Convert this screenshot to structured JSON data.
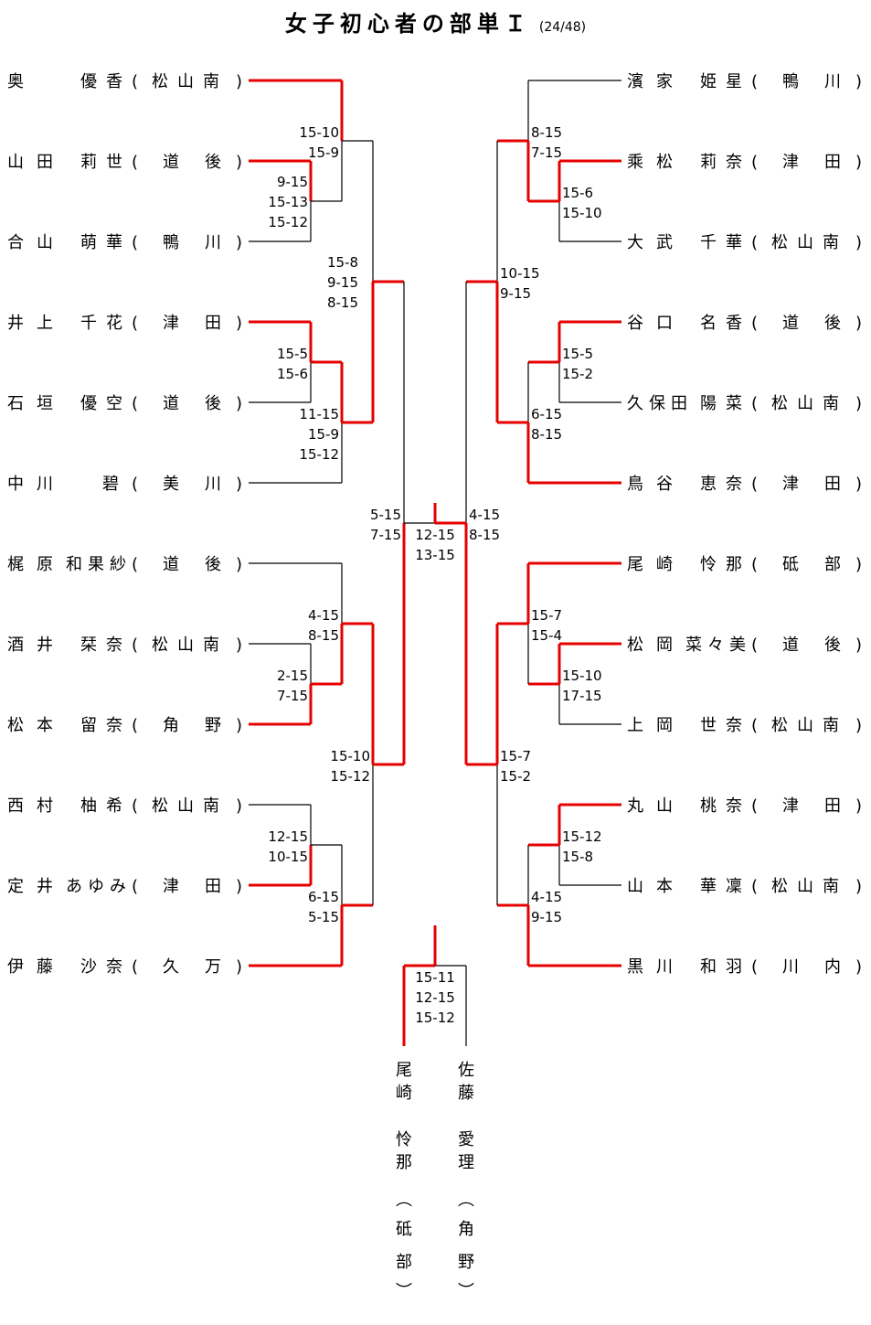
{
  "title": "女子初心者の部単Ｉ",
  "subtitle": "(24/48)",
  "colors": {
    "win": "#e60000",
    "line": "#000000"
  },
  "left_players": [
    {
      "family": "奥",
      "given": "優香",
      "club": "松山南"
    },
    {
      "family": "山田",
      "given": "莉世",
      "club": "道後"
    },
    {
      "family": "合山",
      "given": "萌華",
      "club": "鴨川"
    },
    {
      "family": "井上",
      "given": "千花",
      "club": "津田"
    },
    {
      "family": "石垣",
      "given": "優空",
      "club": "道後"
    },
    {
      "family": "中川",
      "given": "碧",
      "club": "美川"
    },
    {
      "family": "梶原",
      "given": "和果紗",
      "club": "道後"
    },
    {
      "family": "酒井",
      "given": "栞奈",
      "club": "松山南"
    },
    {
      "family": "松本",
      "given": "留奈",
      "club": "角野"
    },
    {
      "family": "西村",
      "given": "柚希",
      "club": "松山南"
    },
    {
      "family": "定井",
      "given": "あゆみ",
      "club": "津田"
    },
    {
      "family": "伊藤",
      "given": "沙奈",
      "club": "久万"
    }
  ],
  "right_players": [
    {
      "family": "濱家",
      "given": "姫星",
      "club": "鴨川"
    },
    {
      "family": "乘松",
      "given": "莉奈",
      "club": "津田"
    },
    {
      "family": "大武",
      "given": "千華",
      "club": "松山南"
    },
    {
      "family": "谷口",
      "given": "名香",
      "club": "道後"
    },
    {
      "family": "久保田",
      "given": "陽菜",
      "club": "松山南"
    },
    {
      "family": "鳥谷",
      "given": "恵奈",
      "club": "津田"
    },
    {
      "family": "尾崎",
      "given": "怜那",
      "club": "砥部"
    },
    {
      "family": "松岡",
      "given": "菜々美",
      "club": "道後"
    },
    {
      "family": "上岡",
      "given": "世奈",
      "club": "松山南"
    },
    {
      "family": "丸山",
      "given": "桃奈",
      "club": "津田"
    },
    {
      "family": "山本",
      "given": "華凜",
      "club": "松山南"
    },
    {
      "family": "黒川",
      "given": "和羽",
      "club": "川内"
    }
  ],
  "matches": {
    "L_r1": [
      {
        "between": [
          "山田 莉世",
          "合山 萌華"
        ],
        "winner": "山田 莉世",
        "scores": [
          "9-15",
          "15-13",
          "15-12"
        ]
      },
      {
        "between": [
          "井上 千花",
          "石垣 優空"
        ],
        "winner": "井上 千花",
        "scores": [
          "15-5",
          "15-6"
        ]
      },
      {
        "between": [
          "酒井 栞奈",
          "松本 留奈"
        ],
        "winner": "松本 留奈",
        "scores": [
          "2-15",
          "7-15"
        ]
      },
      {
        "between": [
          "西村 柚希",
          "定井 あゆみ"
        ],
        "winner": "定井 あゆみ",
        "scores": [
          "12-15",
          "10-15"
        ]
      }
    ],
    "L_r2": [
      {
        "between": [
          "奥 優香",
          "山田 莉世"
        ],
        "winner": "奥 優香",
        "scores": [
          "15-10",
          "15-9"
        ]
      },
      {
        "between": [
          "井上 千花",
          "中川 碧"
        ],
        "winner": "井上 千花",
        "scores": [
          "11-15",
          "15-9",
          "15-12"
        ]
      },
      {
        "between": [
          "梶原 和果紗",
          "松本 留奈"
        ],
        "winner": "松本 留奈",
        "scores": [
          "4-15",
          "8-15"
        ]
      },
      {
        "between": [
          "定井 あゆみ",
          "伊藤 沙奈"
        ],
        "winner": "伊藤 沙奈",
        "scores": [
          "6-15",
          "5-15"
        ]
      }
    ],
    "L_r3": [
      {
        "between": [
          "奥 優香",
          "井上 千花"
        ],
        "winner": "井上 千花",
        "scores": [
          "15-8",
          "9-15",
          "8-15"
        ]
      },
      {
        "between": [
          "松本 留奈",
          "伊藤 沙奈"
        ],
        "winner": "松本 留奈",
        "scores": [
          "15-10",
          "15-12"
        ]
      }
    ],
    "L_r4": {
      "between": [
        "井上 千花",
        "松本 留奈"
      ],
      "winner": "松本 留奈",
      "scores": [
        "5-15",
        "7-15"
      ]
    },
    "R_r1": [
      {
        "between": [
          "乘松 莉奈",
          "大武 千華"
        ],
        "winner": "乘松 莉奈",
        "scores": [
          "15-6",
          "15-10"
        ]
      },
      {
        "between": [
          "谷口 名香",
          "久保田 陽菜"
        ],
        "winner": "谷口 名香",
        "scores": [
          "15-5",
          "15-2"
        ]
      },
      {
        "between": [
          "松岡 菜々美",
          "上岡 世奈"
        ],
        "winner": "松岡 菜々美",
        "scores": [
          "15-10",
          "17-15"
        ]
      },
      {
        "between": [
          "丸山 桃奈",
          "山本 華凜"
        ],
        "winner": "丸山 桃奈",
        "scores": [
          "15-12",
          "15-8"
        ]
      }
    ],
    "R_r2": [
      {
        "between": [
          "濱家 姫星",
          "乘松 莉奈"
        ],
        "winner": "乘松 莉奈",
        "scores": [
          "8-15",
          "7-15"
        ]
      },
      {
        "between": [
          "谷口 名香",
          "鳥谷 恵奈"
        ],
        "winner": "鳥谷 恵奈",
        "scores": [
          "6-15",
          "8-15"
        ]
      },
      {
        "between": [
          "尾崎 怜那",
          "松岡 菜々美"
        ],
        "winner": "尾崎 怜那",
        "scores": [
          "15-7",
          "15-4"
        ]
      },
      {
        "between": [
          "丸山 桃奈",
          "黒川 和羽"
        ],
        "winner": "黒川 和羽",
        "scores": [
          "4-15",
          "9-15"
        ]
      }
    ],
    "R_r3": [
      {
        "between": [
          "乘松 莉奈",
          "鳥谷 恵奈"
        ],
        "winner": "鳥谷 恵奈",
        "scores": [
          "10-15",
          "9-15"
        ]
      },
      {
        "between": [
          "尾崎 怜那",
          "黒川 和羽"
        ],
        "winner": "尾崎 怜那",
        "scores": [
          "15-7",
          "15-2"
        ]
      }
    ],
    "R_r4": {
      "between": [
        "鳥谷 恵奈",
        "尾崎 怜那"
      ],
      "winner": "尾崎 怜那",
      "scores": [
        "4-15",
        "8-15"
      ]
    },
    "final": {
      "between": [
        "松本 留奈",
        "尾崎 怜那"
      ],
      "winner": "尾崎 怜那",
      "scores": [
        "12-15",
        "13-15"
      ]
    },
    "third_place": {
      "between": [
        "尾崎 怜那",
        "佐藤 愛理"
      ],
      "winner": "尾崎 怜那",
      "scores": [
        "15-11",
        "12-15",
        "15-12"
      ]
    }
  },
  "bottom_players": [
    {
      "family": "尾崎",
      "given": "怜那",
      "club": "砥部"
    },
    {
      "family": "佐藤",
      "given": "愛理",
      "club": "角野"
    }
  ]
}
